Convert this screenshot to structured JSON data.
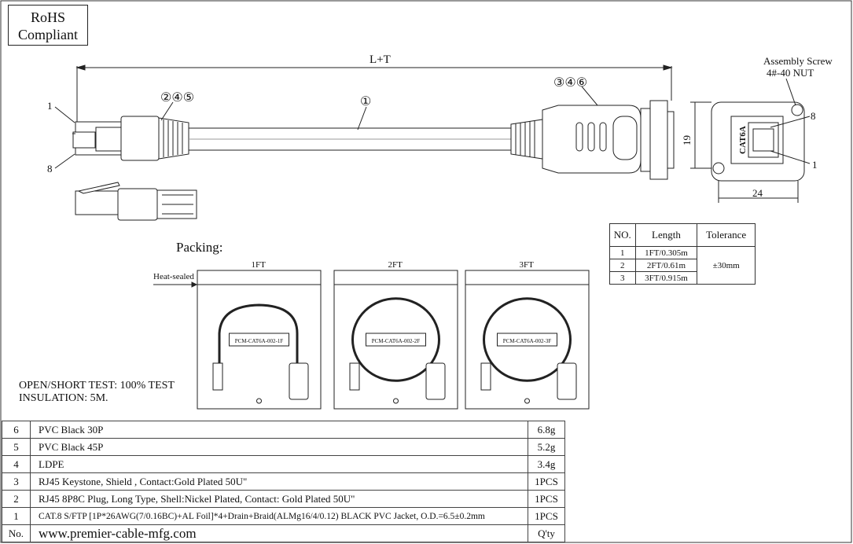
{
  "rohs": {
    "line1": "RoHS",
    "line2": "Compliant"
  },
  "drawing": {
    "dim_length": "L+T",
    "callout_pin1": "1",
    "callout_pin8": "8",
    "callout_plug": "②④⑤",
    "callout_cable": "①",
    "callout_keystone": "③④⑥",
    "assembly_screw": "Assembly Screw",
    "nut": "4#-40 NUT",
    "height_dim": "19",
    "width_dim": "24",
    "jack_label": "CAT6A",
    "jack_pin8": "8",
    "jack_pin1": "1"
  },
  "length_table": {
    "headers": [
      "NO.",
      "Length",
      "Tolerance"
    ],
    "rows": [
      {
        "no": "1",
        "length": "1FT/0.305m"
      },
      {
        "no": "2",
        "length": "2FT/0.61m"
      },
      {
        "no": "3",
        "length": "3FT/0.915m"
      }
    ],
    "tolerance": "±30mm"
  },
  "packing": {
    "title": "Packing:",
    "heat_sealed": "Heat-sealed",
    "bags": [
      {
        "size": "1FT",
        "label": "PCM-CAT6A-002-1F"
      },
      {
        "size": "2FT",
        "label": "PCM-CAT6A-002-2F"
      },
      {
        "size": "3FT",
        "label": "PCM-CAT6A-002-3F"
      }
    ]
  },
  "notes": {
    "test": "OPEN/SHORT TEST: 100% TEST",
    "insulation": "INSULATION: 5M."
  },
  "bom": {
    "rows": [
      {
        "no": "6",
        "desc": "PVC Black 30P",
        "qty": "6.8g"
      },
      {
        "no": "5",
        "desc": "PVC Black 45P",
        "qty": "5.2g"
      },
      {
        "no": "4",
        "desc": "LDPE",
        "qty": "3.4g"
      },
      {
        "no": "3",
        "desc": "RJ45 Keystone, Shield , Contact:Gold Plated 50U\"",
        "qty": "1PCS"
      },
      {
        "no": "2",
        "desc": "RJ45 8P8C Plug, Long Type, Shell:Nickel Plated, Contact: Gold Plated 50U\"",
        "qty": "1PCS"
      },
      {
        "no": "1",
        "desc": "CAT.8 S/FTP [1P*26AWG(7/0.16BC)+AL Foil]*4+Drain+Braid(ALMg16/4/0.12)  BLACK PVC Jacket, O.D.=6.5±0.2mm",
        "qty": "1PCS"
      }
    ],
    "header": {
      "no": "No.",
      "desc": "www.premier-cable-mfg.com",
      "qty": "Q'ty"
    }
  }
}
